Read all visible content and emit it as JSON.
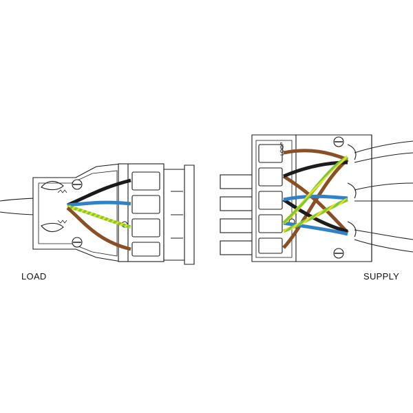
{
  "labels": {
    "load": "LOAD",
    "supply": "SUPPLY",
    "supply_connector_marking": "LOOP"
  },
  "wire_colors": {
    "live": "#8a4f24",
    "neutral": "#2f82c8",
    "earth_green": "#7ec73c",
    "earth_yellow": "#e8e21a",
    "switched_live": "#1c1c1c"
  },
  "icons": {
    "screw": "screw-icon",
    "cable_clamp": "cable-clamp-icon"
  }
}
